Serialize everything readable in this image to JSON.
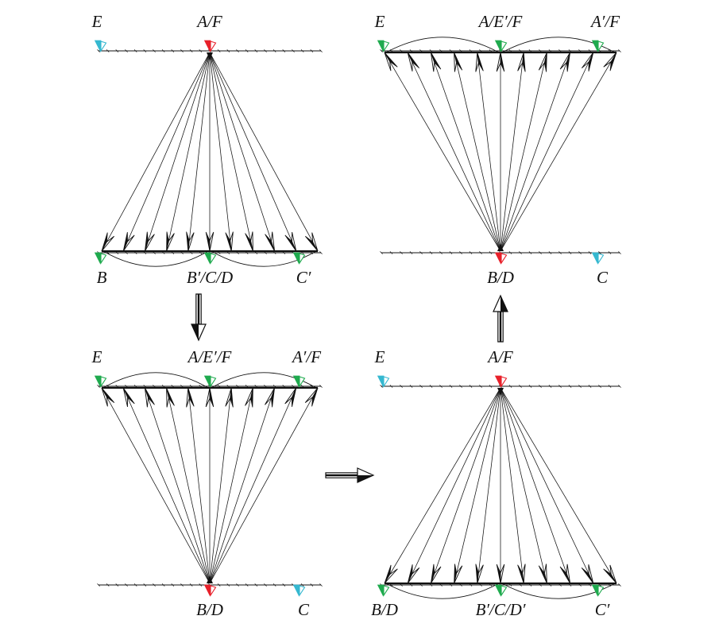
{
  "colors": {
    "ink": "#111111",
    "red": "#e8202a",
    "green": "#1faa4e",
    "cyan": "#35b8d0"
  },
  "panels": [
    {
      "id": "top-left",
      "fan_apex": "top",
      "labels": {
        "top_left": "E",
        "top_mid": "A/F",
        "top_right": "",
        "bot_left": "B",
        "bot_mid": "B′/C/D",
        "bot_right": "C′"
      },
      "markers": {
        "top_left": "cyan",
        "top_mid": "red",
        "top_right": "",
        "bot_left": "green",
        "bot_mid": "green",
        "bot_right": "green"
      }
    },
    {
      "id": "top-right",
      "fan_apex": "bottom",
      "labels": {
        "top_left": "E",
        "top_mid": "A/E′/F",
        "top_right": "A′/F",
        "bot_left": "",
        "bot_mid": "B/D",
        "bot_right": "C"
      },
      "markers": {
        "top_left": "green",
        "top_mid": "green",
        "top_right": "green",
        "bot_left": "",
        "bot_mid": "red",
        "bot_right": "cyan"
      }
    },
    {
      "id": "bottom-left",
      "fan_apex": "bottom",
      "labels": {
        "top_left": "E",
        "top_mid": "A/E′/F",
        "top_right": "A′/F",
        "bot_left": "",
        "bot_mid": "B/D",
        "bot_right": "C"
      },
      "markers": {
        "top_left": "green",
        "top_mid": "green",
        "top_right": "green",
        "bot_left": "",
        "bot_mid": "red",
        "bot_right": "cyan"
      }
    },
    {
      "id": "bottom-right",
      "fan_apex": "top",
      "labels": {
        "top_left": "E",
        "top_mid": "A/F",
        "top_right": "",
        "bot_left": "B/D",
        "bot_mid": "B′/C/D′",
        "bot_right": "C′"
      },
      "markers": {
        "top_left": "cyan",
        "top_mid": "red",
        "top_right": "",
        "bot_left": "green",
        "bot_mid": "green",
        "bot_right": "green"
      }
    }
  ],
  "flow_arrows": [
    {
      "id": "flow-arrow-down",
      "direction": "down"
    },
    {
      "id": "flow-arrow-right",
      "direction": "right"
    },
    {
      "id": "flow-arrow-up",
      "direction": "up"
    }
  ]
}
